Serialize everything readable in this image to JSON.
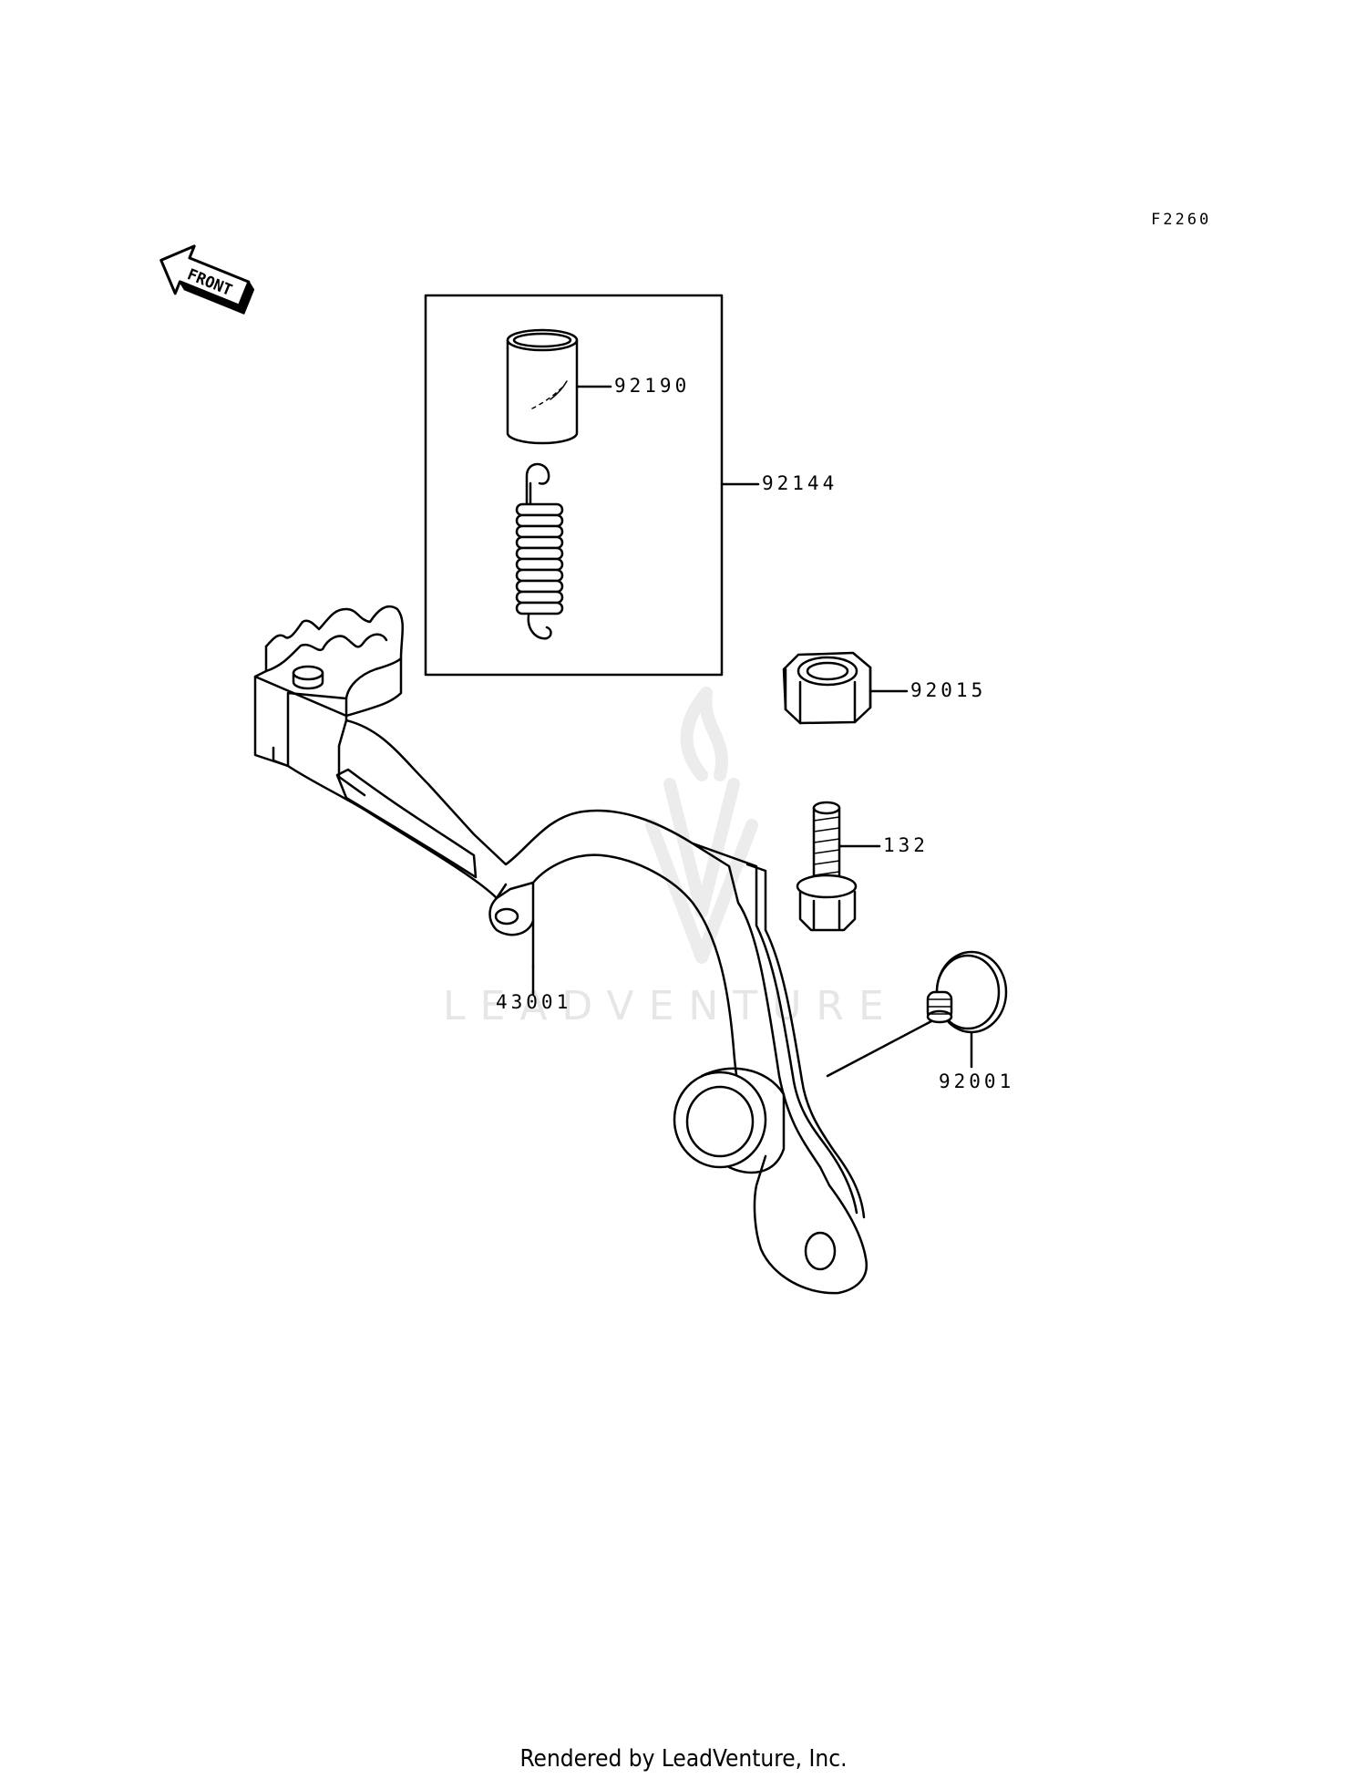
{
  "figure_code": "F2260",
  "front_marker": {
    "text": "FRONT",
    "icon": "front-arrow-icon"
  },
  "parts": {
    "p92190": "92190",
    "p92144": "92144",
    "p92015": "92015",
    "p132": "132",
    "p43001": "43001",
    "p92001": "92001"
  },
  "watermark": "LEADVENTURE",
  "footer": "Rendered by LeadVenture, Inc.",
  "colors": {
    "line": "#000000",
    "background": "#ffffff",
    "watermark": "#e6e6e6"
  }
}
